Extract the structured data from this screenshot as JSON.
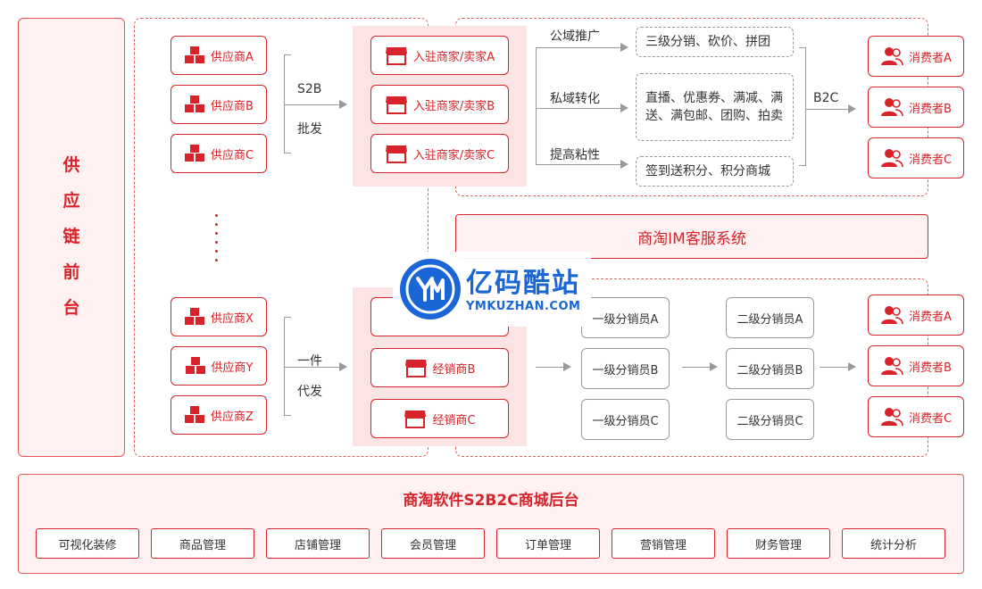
{
  "side_title": [
    "供",
    "应",
    "链",
    "前",
    "台"
  ],
  "suppliers_top": [
    "供应商A",
    "供应商B",
    "供应商C"
  ],
  "suppliers_bottom": [
    "供应商X",
    "供应商Y",
    "供应商Z"
  ],
  "flow_s2b": {
    "line1": "S2B",
    "line2": "批发"
  },
  "flow_dropship": {
    "line1": "一件",
    "line2": "代发"
  },
  "merchants": [
    "入驻商家/卖家A",
    "入驻商家/卖家B",
    "入驻商家/卖家C"
  ],
  "dealers": [
    "经销商B",
    "经销商C"
  ],
  "channels": [
    {
      "label": "公域推广",
      "desc": "三级分销、砍价、拼团"
    },
    {
      "label": "私域转化",
      "desc": "直播、优惠券、满减、满送、满包邮、团购、拍卖"
    },
    {
      "label": "提高粘性",
      "desc": "签到送积分、积分商城"
    }
  ],
  "b2c_label": "B2C",
  "consumers_top": [
    "消费者A",
    "消费者B",
    "消费者C"
  ],
  "consumers_bottom": [
    "消费者A",
    "消费者B",
    "消费者C"
  ],
  "im_system": "商淘IM客服系统",
  "level1_distributors": [
    "一级分销员A",
    "一级分销员B",
    "一级分销员C"
  ],
  "level2_distributors": [
    "二级分销员A",
    "二级分销员B",
    "二级分销员C"
  ],
  "backend": {
    "title": "商淘软件S2B2C商城后台",
    "modules": [
      "可视化装修",
      "商品管理",
      "店铺管理",
      "会员管理",
      "订单管理",
      "营销管理",
      "财务管理",
      "统计分析"
    ]
  },
  "watermark": {
    "cn": "亿码酷站",
    "en": "YMKUZHAN.COM"
  },
  "colors": {
    "accent": "#d8232a",
    "pink_bg": "#fde4e4",
    "watermark": "#1a66d6"
  }
}
